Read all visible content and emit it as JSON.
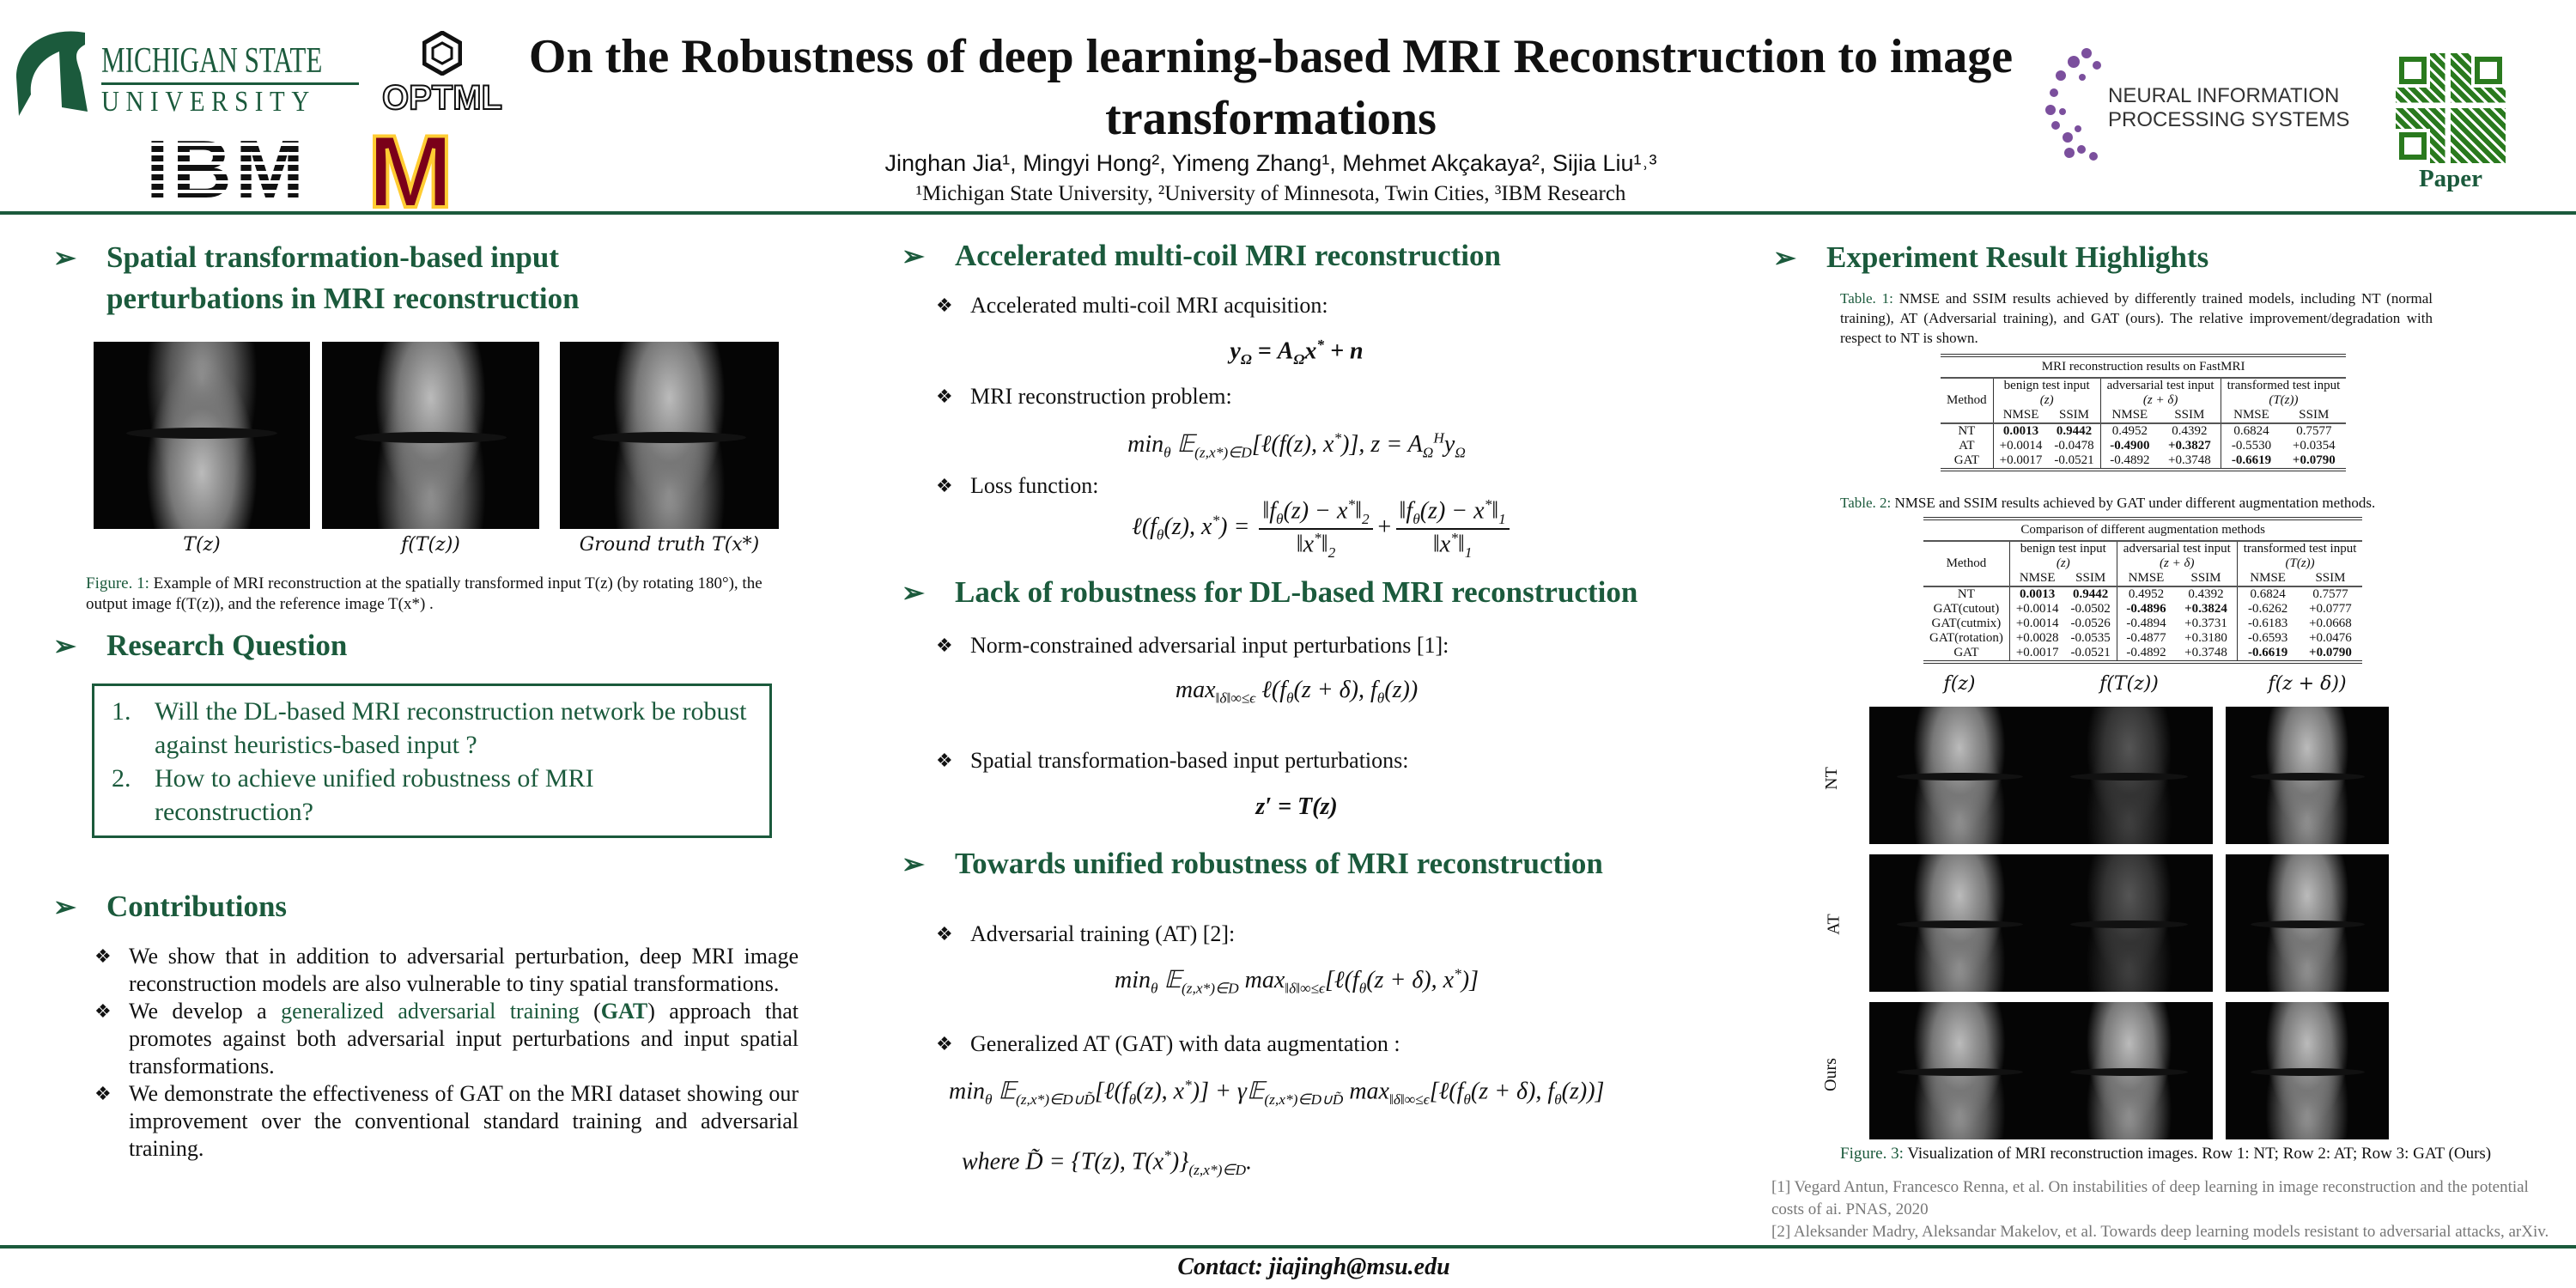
{
  "header": {
    "title": "On the Robustness of deep learning-based MRI Reconstruction to image transformations",
    "authors": "Jinghan Jia¹, Mingyi Hong², Yimeng Zhang¹, Mehmet Akçakaya², Sijia Liu¹˒³",
    "affiliations": "¹Michigan State University, ²University of Minnesota, Twin Cities, ³IBM Research",
    "logos": {
      "msu_line1": "MICHIGAN STATE",
      "msu_line2": "UNIVERSITY",
      "optml": "OPTML",
      "ibm": "IBM",
      "umn": "M",
      "neurips_line1": "NEURAL INFORMATION",
      "neurips_line2": "PROCESSING SYSTEMS"
    },
    "qr_label": "Paper"
  },
  "colors": {
    "accent": "#1b5a3c",
    "reference": "#777777"
  },
  "left": {
    "spatial_heading": "Spatial transformation-based input perturbations in MRI reconstruction",
    "fig1_labels": [
      "T(z)",
      "f(T(z))",
      "Ground truth T(x*)"
    ],
    "fig1_caption_label": "Figure. 1:",
    "fig1_caption": "Example of MRI reconstruction at the spatially transformed input T(z) (by rotating 180°), the output image f(T(z)), and the reference image T(x*) .",
    "research_heading": "Research Question",
    "questions": [
      "Will the DL-based MRI reconstruction network be robust against heuristics-based input ?",
      "How to achieve unified robustness of MRI reconstruction?"
    ],
    "contrib_heading": "Contributions",
    "contrib1": "We show that in addition to adversarial perturbation, deep MRI image reconstruction models are also vulnerable to tiny spatial transformations.",
    "contrib2_pre": "We develop a ",
    "contrib2_link": "generalized adversarial training",
    "contrib2_mid": " (",
    "contrib2_abbr": "GAT",
    "contrib2_post": ") approach that promotes against both adversarial input perturbations and input spatial transformations.",
    "contrib3": "We demonstrate the effectiveness of GAT on the MRI dataset showing our improvement over the conventional standard training and adversarial training."
  },
  "center": {
    "h1": "Accelerated multi-coil MRI reconstruction",
    "b1": "Accelerated multi-coil MRI acquisition:",
    "f1": "y_{Ω} = A_{Ω}x^{*} + n",
    "b2": "MRI reconstruction problem:",
    "f2": "min_{θ} 𝔼_{(z,x*)∈D}[ℓ(f(z), x^{*})],        z = A_{Ω}^{H}y_{Ω}",
    "b3": "Loss function:",
    "f3_lhs": "ℓ(f_{θ}(z), x^{*}) = ",
    "f3_num1": "‖f_{θ}(z) − x^{*}‖_{2}",
    "f3_den1": "‖x^{*}‖_{2}",
    "f3_plus": "+",
    "f3_num2": "‖f_{θ}(z) − x^{*}‖_{1}",
    "f3_den2": "‖x^{*}‖_{1}",
    "h2": "Lack of robustness for DL-based MRI reconstruction",
    "b4": "Norm-constrained adversarial input perturbations [1]:",
    "f4": "max_{‖δ‖∞≤ϵ} ℓ(f_{θ}(z + δ), f_{θ}(z))",
    "b5": "Spatial transformation-based input perturbations:",
    "f5": "z′ = T(z)",
    "h3": "Towards unified robustness of MRI reconstruction",
    "b6": "Adversarial training (AT) [2]:",
    "f6": "min_{θ} 𝔼_{(z,x*)∈D} max_{‖δ‖∞≤ϵ}[ℓ(f_{θ}(z + δ), x^{*})]",
    "b7": "Generalized AT (GAT) with data augmentation :",
    "f7": "min_{θ} 𝔼_{(z,x*)∈D∪D̃}[ℓ(f_{θ}(z), x^{*})] + γ𝔼_{(z,x*)∈D∪D̃} max_{‖δ‖∞≤ϵ}[ℓ(f_{θ}(z + δ), f_{θ}(z))]",
    "f7_where": "where D̃ = {T(z), T(x^{*})}_{(z,x*)∈D}."
  },
  "right": {
    "heading": "Experiment Result Highlights",
    "t1_caption_label": "Table. 1:",
    "t1_caption": "NMSE and SSIM results achieved by differently trained models, including NT (normal training), AT (Adversarial training), and GAT (ours). The relative improvement/degradation with respect to NT is shown.",
    "table1": {
      "title": "MRI reconstruction results on FastMRI",
      "method": "Method",
      "groups": [
        "benign test input",
        "adversarial test input",
        "transformed test input"
      ],
      "group_sub": [
        "(z)",
        "(z + δ)",
        "(T(z))"
      ],
      "metrics": [
        "NMSE",
        "SSIM",
        "NMSE",
        "SSIM",
        "NMSE",
        "SSIM"
      ],
      "rows": [
        {
          "name": "NT",
          "vals": [
            "0.0013",
            "0.9442",
            "0.4952",
            "0.4392",
            "0.6824",
            "0.7577"
          ],
          "bold": [
            0,
            1
          ]
        },
        {
          "name": "AT",
          "vals": [
            "+0.0014",
            "-0.0478",
            "-0.4900",
            "+0.3827",
            "-0.5530",
            "+0.0354"
          ],
          "bold": [
            2,
            3
          ]
        },
        {
          "name": "GAT",
          "vals": [
            "+0.0017",
            "-0.0521",
            "-0.4892",
            "+0.3748",
            "-0.6619",
            "+0.0790"
          ],
          "bold": [
            4,
            5
          ]
        }
      ]
    },
    "t2_caption_label": "Table. 2:",
    "t2_caption": "NMSE and SSIM results achieved by GAT under different augmentation methods.",
    "table2": {
      "title": "Comparison of different augmentation methods",
      "method": "Method",
      "groups": [
        "benign test input",
        "adversarial test input",
        "transformed test input"
      ],
      "group_sub": [
        "(z)",
        "(z + δ)",
        "(T(z))"
      ],
      "metrics": [
        "NMSE",
        "SSIM",
        "NMSE",
        "SSIM",
        "NMSE",
        "SSIM"
      ],
      "rows": [
        {
          "name": "NT",
          "vals": [
            "0.0013",
            "0.9442",
            "0.4952",
            "0.4392",
            "0.6824",
            "0.7577"
          ],
          "bold": [
            0,
            1
          ]
        },
        {
          "name": "GAT(cutout)",
          "vals": [
            "+0.0014",
            "-0.0502",
            "-0.4896",
            "+0.3824",
            "-0.6262",
            "+0.0777"
          ],
          "bold": [
            2,
            3
          ]
        },
        {
          "name": "GAT(cutmix)",
          "vals": [
            "+0.0014",
            "-0.0526",
            "-0.4894",
            "+0.3731",
            "-0.6183",
            "+0.0668"
          ],
          "bold": []
        },
        {
          "name": "GAT(rotation)",
          "vals": [
            "+0.0028",
            "-0.0535",
            "-0.4877",
            "+0.3180",
            "-0.6593",
            "+0.0476"
          ],
          "bold": []
        },
        {
          "name": "GAT",
          "vals": [
            "+0.0017",
            "-0.0521",
            "-0.4892",
            "+0.3748",
            "-0.6619",
            "+0.0790"
          ],
          "bold": [
            4,
            5
          ]
        }
      ]
    },
    "fig3_cols": [
      "f(z)",
      "f(T(z))",
      "f(z + δ))"
    ],
    "fig3_rows": [
      "NT",
      "AT",
      "Ours"
    ],
    "fig3_caption_label": "Figure. 3:",
    "fig3_caption": "Visualization of MRI reconstruction images. Row 1: NT; Row 2: AT; Row 3: GAT (Ours)",
    "ref1": "[1] Vegard Antun, Francesco Renna, et al. On instabilities of deep learning in image reconstruction and the potential costs of ai. PNAS, 2020",
    "ref2": "[2] Aleksander Madry, Aleksandar Makelov, et al. Towards deep learning models resistant to adversarial attacks, arXiv."
  },
  "footer": {
    "contact": "Contact: jiajingh@msu.edu"
  }
}
